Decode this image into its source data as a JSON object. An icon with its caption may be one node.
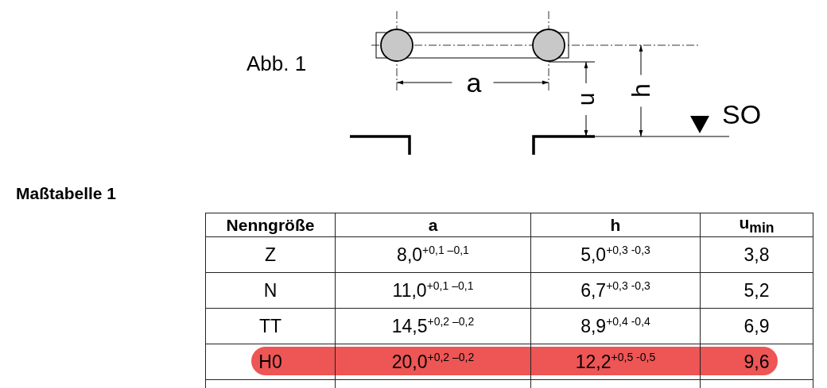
{
  "diagram": {
    "labels": [
      "Abb. 1",
      "a",
      "u",
      "h",
      "SO",
      "Maßtabelle 1",
      "Nenngröße",
      "a",
      "h",
      "u$_{min}$",
      "Z",
      "8,0$^{+0,1  –0,1}$",
      "5,0$^{+0,3  -0,3}$",
      "3,8",
      "N",
      "11,0$^{+0,1  –0,1}$",
      "6,7$^{+0,3  -0,3}$",
      "5,2",
      "TT",
      "14,5$^{+0,2  –0,2}$",
      "8,9$^{+0,4  -0,4}$",
      "6,9",
      "H0",
      "20,0$^{+0,2  –0,2}$",
      "12,2$^{+0,5  -0,5}$",
      "9,6"
    ]
  }
}
